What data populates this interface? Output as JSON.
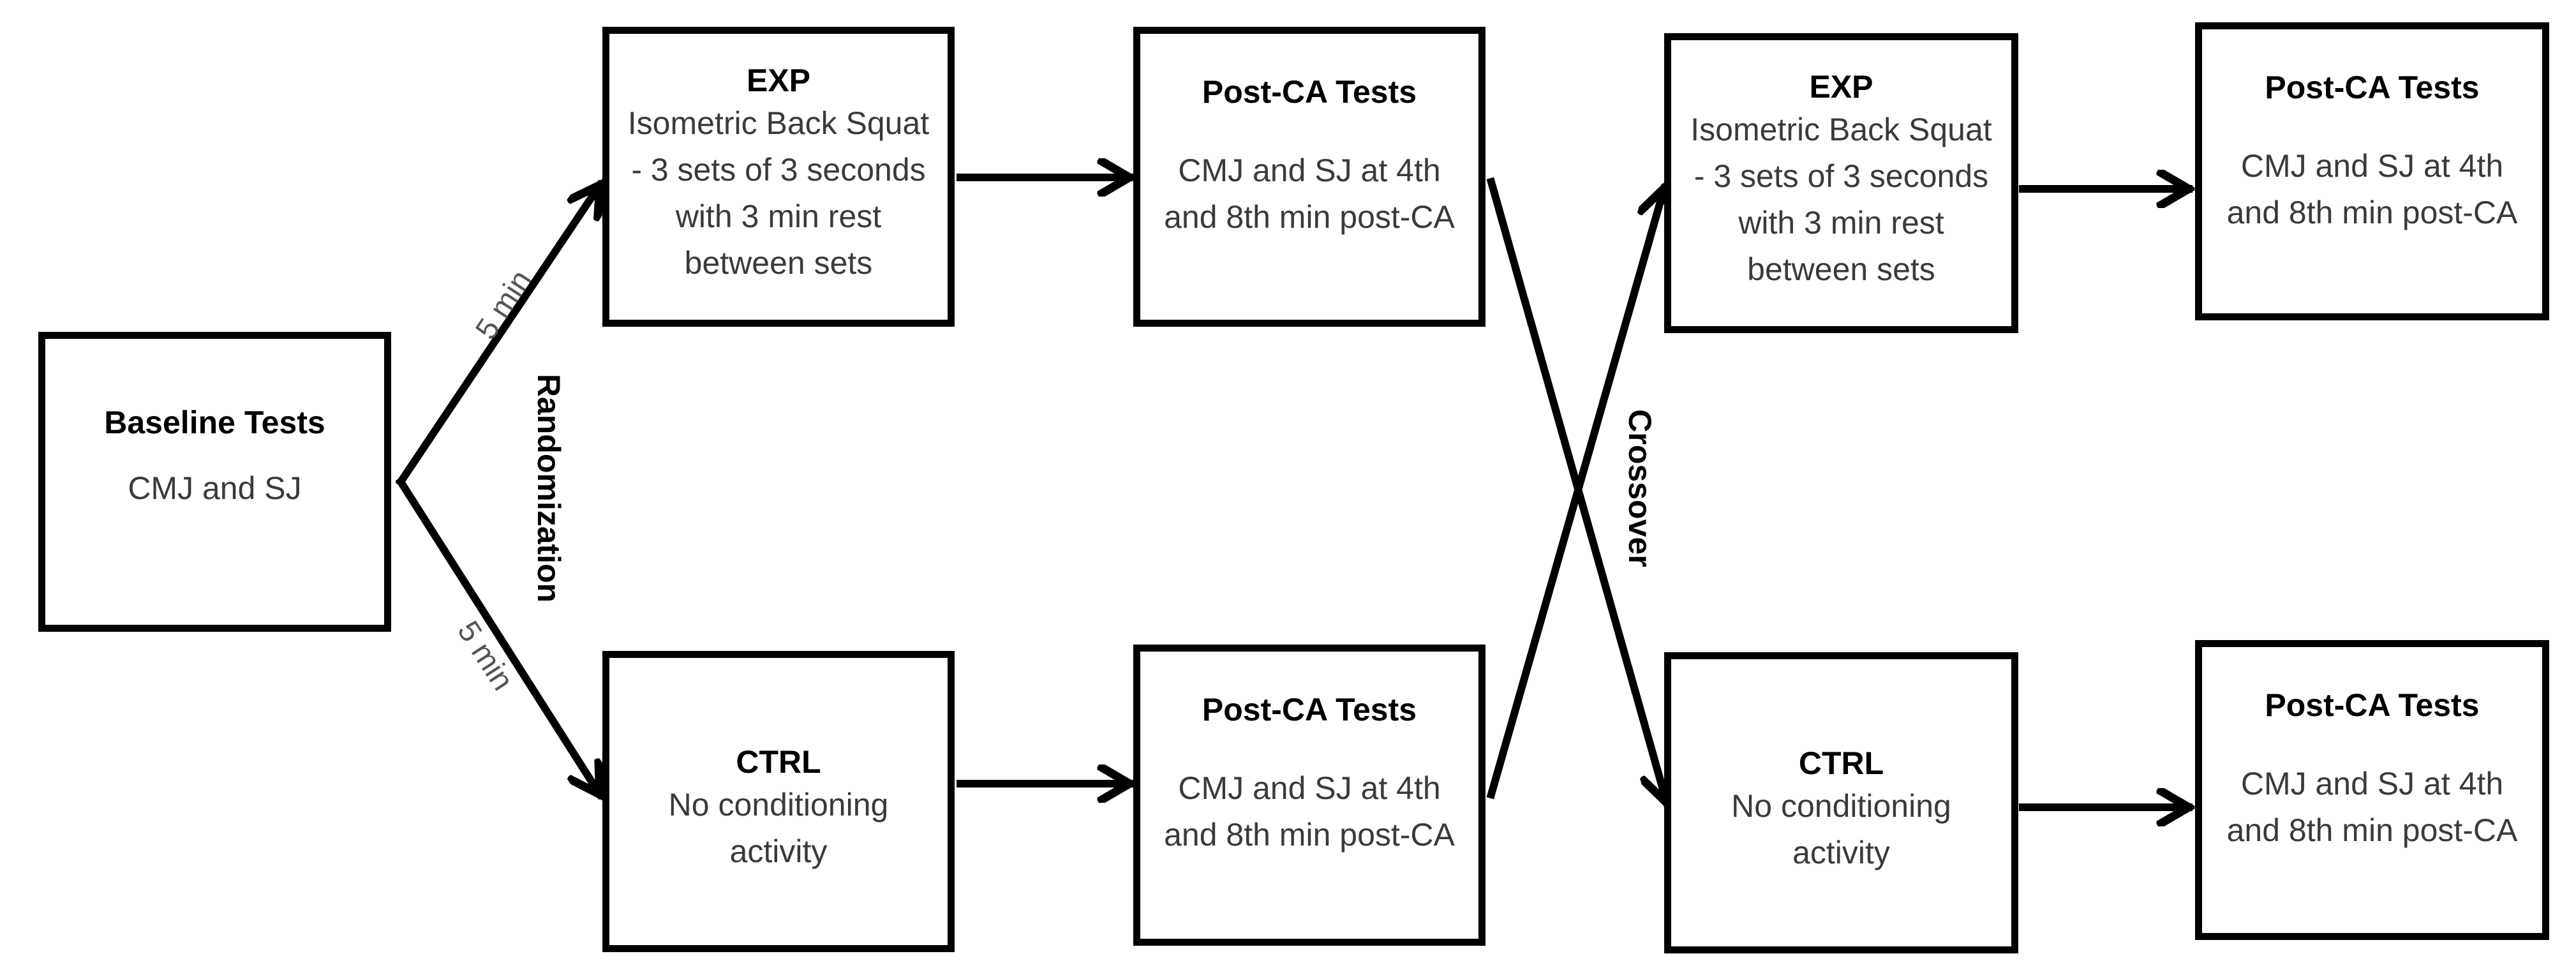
{
  "baseline": {
    "title": "Baseline Tests",
    "body": "CMJ and SJ"
  },
  "randomization": {
    "label": "Randomization",
    "upper_time": "5 min",
    "lower_time": "5 min"
  },
  "crossover": {
    "label": "Crossover"
  },
  "exp_first": {
    "title": "EXP",
    "body": "Isometric Back Squat - 3 sets of 3 seconds with 3 min rest between sets"
  },
  "ctrl_first": {
    "title": "CTRL",
    "body": "No conditioning activity"
  },
  "post_exp_first": {
    "title": "Post-CA Tests",
    "body": "CMJ and SJ at 4th and 8th min post-CA"
  },
  "post_ctrl_first": {
    "title": "Post-CA Tests",
    "body": "CMJ and SJ at 4th and 8th min post-CA"
  },
  "exp_second": {
    "title": "EXP",
    "body": "Isometric Back Squat - 3 sets of 3 seconds with 3 min rest between sets"
  },
  "ctrl_second": {
    "title": "CTRL",
    "body": "No conditioning activity"
  },
  "post_exp_second": {
    "title": "Post-CA Tests",
    "body": "CMJ and SJ at 4th and 8th min post-CA"
  },
  "post_ctrl_second": {
    "title": "Post-CA Tests",
    "body": "CMJ and SJ at 4th and 8th min post-CA"
  }
}
